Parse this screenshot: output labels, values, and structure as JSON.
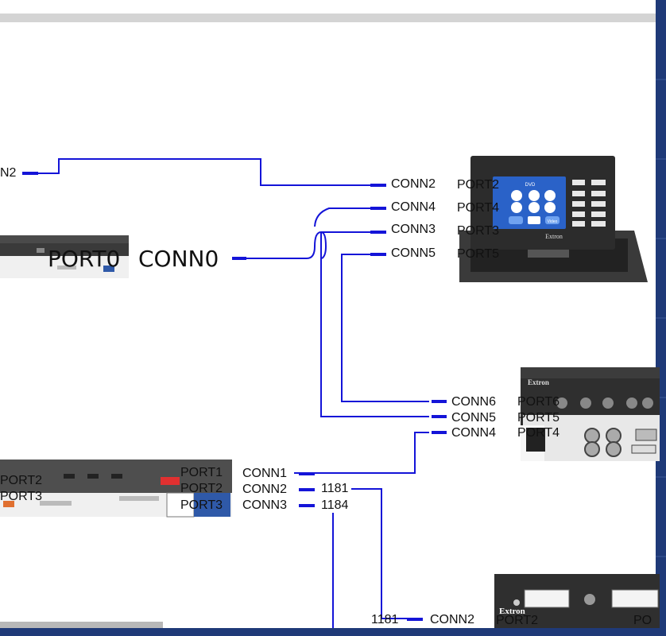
{
  "diagram": {
    "colors": {
      "wire": "#1414d8",
      "frame": "#1f3a78",
      "top_bar": "#d4d4d4",
      "device_dark": "#2e2e2e",
      "device_body": "#f2f2f2",
      "touchpanel_screen": "#2a62c8"
    },
    "devices": {
      "touchpanel": {
        "brand": "Extron",
        "screen_title": "DVD",
        "screen_button": "Video",
        "ports": [
          {
            "conn": "CONN2",
            "port": "PORT2"
          },
          {
            "conn": "CONN4",
            "port": "PORT4"
          },
          {
            "conn": "CONN3",
            "port": "PORT3"
          },
          {
            "conn": "CONN5",
            "port": "PORT5"
          }
        ]
      },
      "controller_top": {
        "edge_label": "N2",
        "port": "PORT0",
        "conn": "CONN0"
      },
      "switcher_right": {
        "brand": "Extron",
        "ports": [
          {
            "conn": "CONN6",
            "port": "PORT6"
          },
          {
            "conn": "CONN5",
            "port": "PORT5"
          },
          {
            "conn": "CONN4",
            "port": "PORT4"
          }
        ]
      },
      "scaler_mid": {
        "left_ports": [
          "PORT2",
          "PORT3"
        ],
        "ports": [
          {
            "port": "PORT1",
            "conn": "CONN1",
            "cable": ""
          },
          {
            "port": "PORT2",
            "conn": "CONN2",
            "cable": "1181"
          },
          {
            "port": "PORT3",
            "conn": "CONN3",
            "cable": "1184"
          }
        ]
      },
      "receiver_bottom": {
        "brand": "Extron",
        "cable": "1181",
        "conn": "CONN2",
        "port": "PORT2",
        "edge_label": "PO"
      }
    }
  }
}
